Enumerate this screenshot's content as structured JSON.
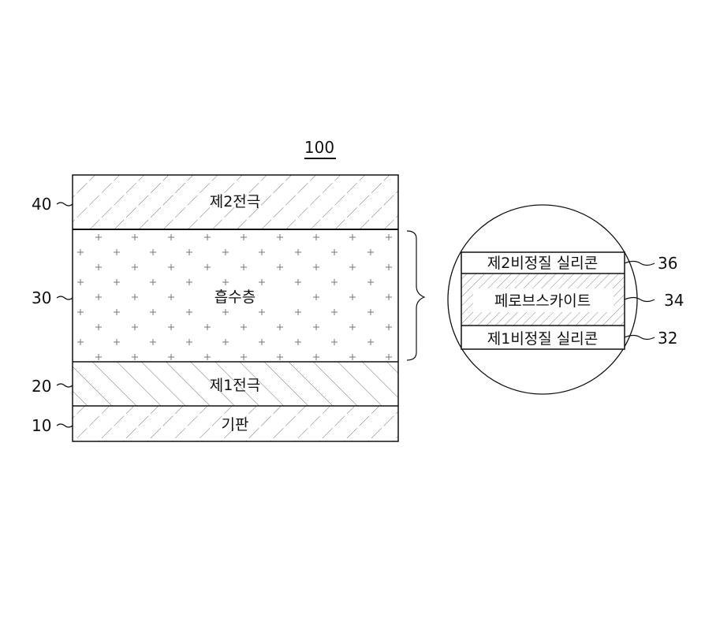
{
  "figure": {
    "reference": "100",
    "layers": [
      {
        "id": "40",
        "label": "제2전극"
      },
      {
        "id": "30",
        "label": "흡수층"
      },
      {
        "id": "20",
        "label": "제1전극"
      },
      {
        "id": "10",
        "label": "기판"
      }
    ],
    "detail": [
      {
        "id": "36",
        "label": "제2비정질 실리콘"
      },
      {
        "id": "34",
        "label": "페로브스카이트"
      },
      {
        "id": "32",
        "label": "제1비정질 실리콘"
      }
    ]
  }
}
